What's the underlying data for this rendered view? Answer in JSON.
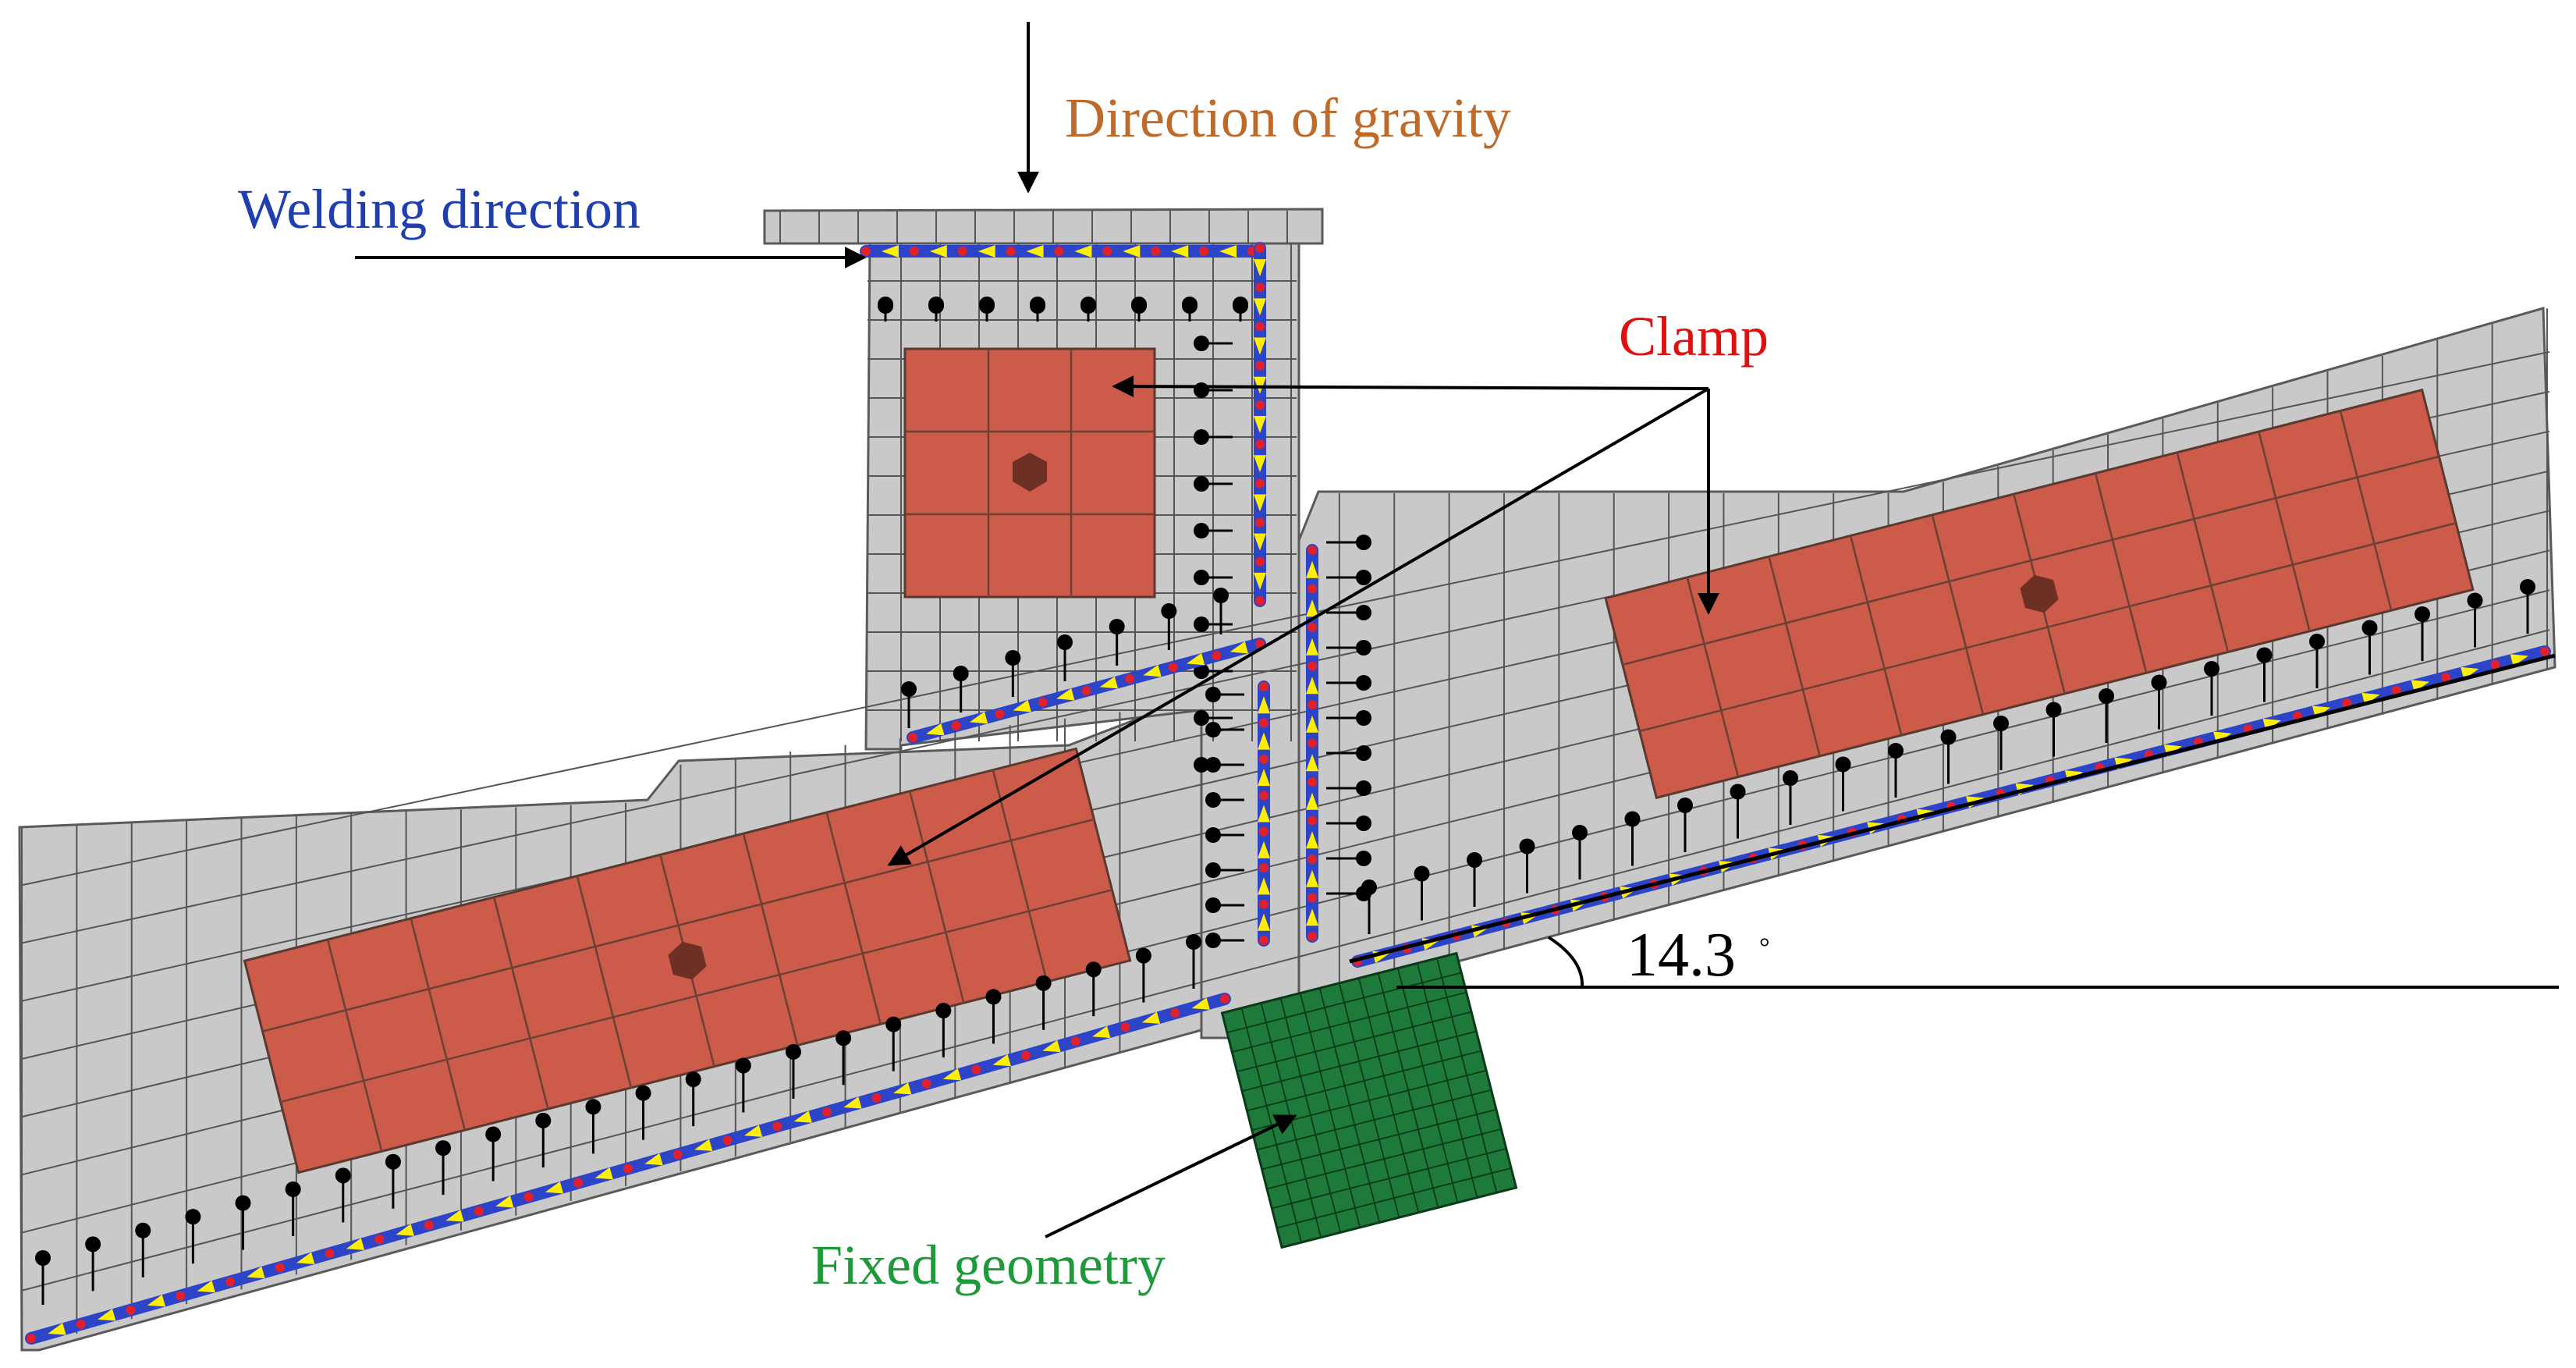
{
  "figure": {
    "labels": {
      "gravity": "Direction of gravity",
      "welding": "Welding direction",
      "clamp": "Clamp",
      "fixed": "Fixed geometry",
      "angle": "14.3",
      "degree_mark": "°"
    },
    "colors": {
      "plate": "#c9c9c9",
      "mesh": "#555555",
      "clamp": "#cc5b4a",
      "clamp_center": "#6e2f25",
      "fixed_geometry": "#1e7a3a",
      "weld_band": "#2c44c8",
      "weld_arrow": "#ffee00",
      "weld_node": "#e0202a",
      "gravity_label": "#c06a2a",
      "welding_label": "#1f3fb0",
      "clamp_label": "#e01010",
      "fixed_label": "#1e9a3a",
      "text": "#000000"
    },
    "icons": {
      "heat_load": "lollipop-arrow-icon",
      "clamp_center": "hexagon-icon"
    }
  }
}
